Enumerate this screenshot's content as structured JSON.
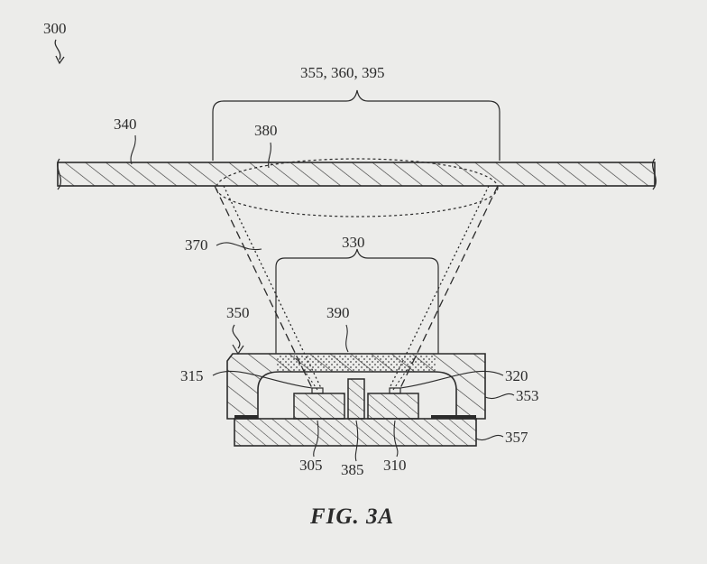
{
  "figure": {
    "caption": "FIG. 3A",
    "labels": {
      "l300": "300",
      "l355": "355, 360, 395",
      "l340": "340",
      "l380": "380",
      "l370": "370",
      "l330": "330",
      "l350": "350",
      "l390": "390",
      "l315": "315",
      "l320": "320",
      "l353": "353",
      "l357": "357",
      "l305": "305",
      "l385": "385",
      "l310": "310"
    }
  },
  "colors": {
    "line": "#2b2b2b",
    "background": "#ececea",
    "hatch": "#3a3a3a"
  }
}
